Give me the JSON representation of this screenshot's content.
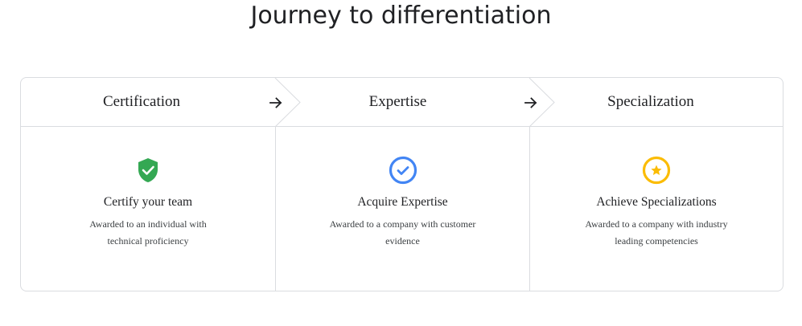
{
  "page": {
    "title": "Journey to differentiation"
  },
  "colors": {
    "border": "#dadce0",
    "certification_icon": "#34a853",
    "expertise_icon": "#4285f4",
    "specialization_icon": "#fbbc04"
  },
  "steps": [
    {
      "label": "Certification",
      "icon": "shield-check-icon",
      "heading": "Certify your team",
      "description": "Awarded to an individual with technical proficiency"
    },
    {
      "label": "Expertise",
      "icon": "circle-check-icon",
      "heading": "Acquire Expertise",
      "description": "Awarded to a company with customer evidence"
    },
    {
      "label": "Specialization",
      "icon": "circle-star-icon",
      "heading": "Achieve Specializations",
      "description": "Awarded to a company with industry leading competencies"
    }
  ],
  "separators": [
    {
      "icon": "arrow-right-icon"
    },
    {
      "icon": "arrow-right-icon"
    }
  ]
}
